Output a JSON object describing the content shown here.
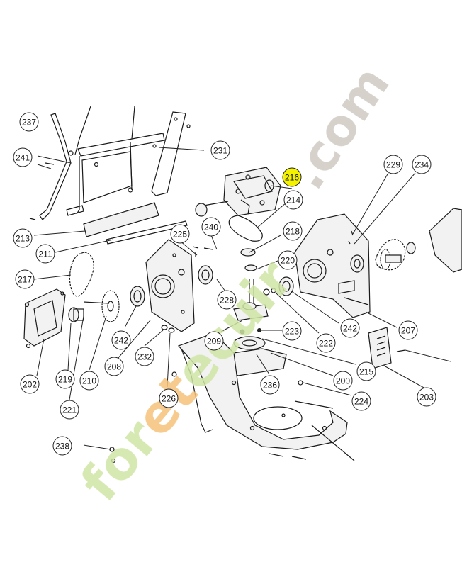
{
  "watermark": {
    "brand_part1": "for",
    "brand_part2": "et",
    "brand_part3": "ecuir",
    "domain": ".com",
    "color_green": "#cfe6a4",
    "color_orange": "#f6c27a",
    "color_gray": "#cfcac2"
  },
  "highlight_color": "#f4f200",
  "callouts": [
    {
      "id": "c237",
      "label": "237"
    },
    {
      "id": "c241",
      "label": "241"
    },
    {
      "id": "c231",
      "label": "231"
    },
    {
      "id": "c216",
      "label": "216",
      "highlight": true
    },
    {
      "id": "c214",
      "label": "214"
    },
    {
      "id": "c229",
      "label": "229"
    },
    {
      "id": "c234",
      "label": "234"
    },
    {
      "id": "c213",
      "label": "213"
    },
    {
      "id": "c225",
      "label": "225"
    },
    {
      "id": "c240",
      "label": "240"
    },
    {
      "id": "c218",
      "label": "218"
    },
    {
      "id": "c211",
      "label": "211"
    },
    {
      "id": "c220",
      "label": "220"
    },
    {
      "id": "c217",
      "label": "217"
    },
    {
      "id": "c228",
      "label": "228"
    },
    {
      "id": "c242a",
      "label": "242"
    },
    {
      "id": "c242b",
      "label": "242"
    },
    {
      "id": "c223",
      "label": "223"
    },
    {
      "id": "c209",
      "label": "209"
    },
    {
      "id": "c222",
      "label": "222"
    },
    {
      "id": "c207",
      "label": "207"
    },
    {
      "id": "c232",
      "label": "232"
    },
    {
      "id": "c208",
      "label": "208"
    },
    {
      "id": "c215",
      "label": "215"
    },
    {
      "id": "c202",
      "label": "202"
    },
    {
      "id": "c219",
      "label": "219"
    },
    {
      "id": "c210",
      "label": "210"
    },
    {
      "id": "c236",
      "label": "236"
    },
    {
      "id": "c200",
      "label": "200"
    },
    {
      "id": "c203",
      "label": "203"
    },
    {
      "id": "c226",
      "label": "226"
    },
    {
      "id": "c224",
      "label": "224"
    },
    {
      "id": "c221",
      "label": "221"
    },
    {
      "id": "c238",
      "label": "238"
    }
  ]
}
